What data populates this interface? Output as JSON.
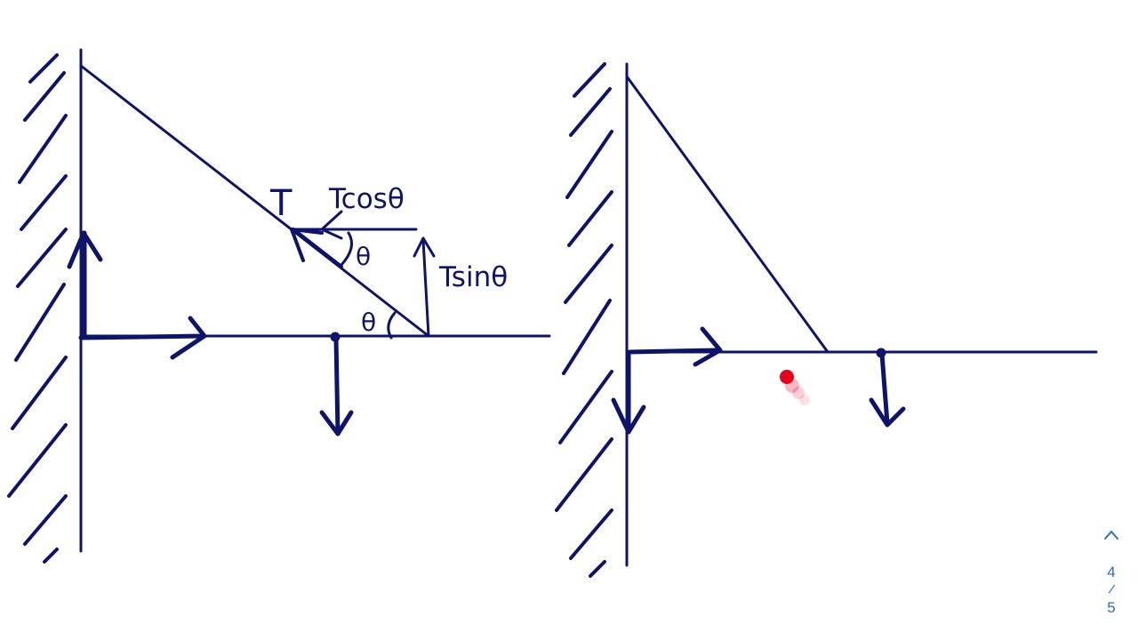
{
  "left_diagram": {
    "labels": {
      "tension": "T",
      "t_cos": "Tcosθ",
      "t_sin": "Tsinθ",
      "angle_top": "θ",
      "angle_bottom": "θ"
    }
  },
  "right_diagram": {},
  "pager": {
    "current": "4",
    "separator": "/",
    "total": "5"
  },
  "colors": {
    "ink": "#0f146b",
    "pointer": "#e4001c",
    "pager": "#2b6fb5"
  }
}
